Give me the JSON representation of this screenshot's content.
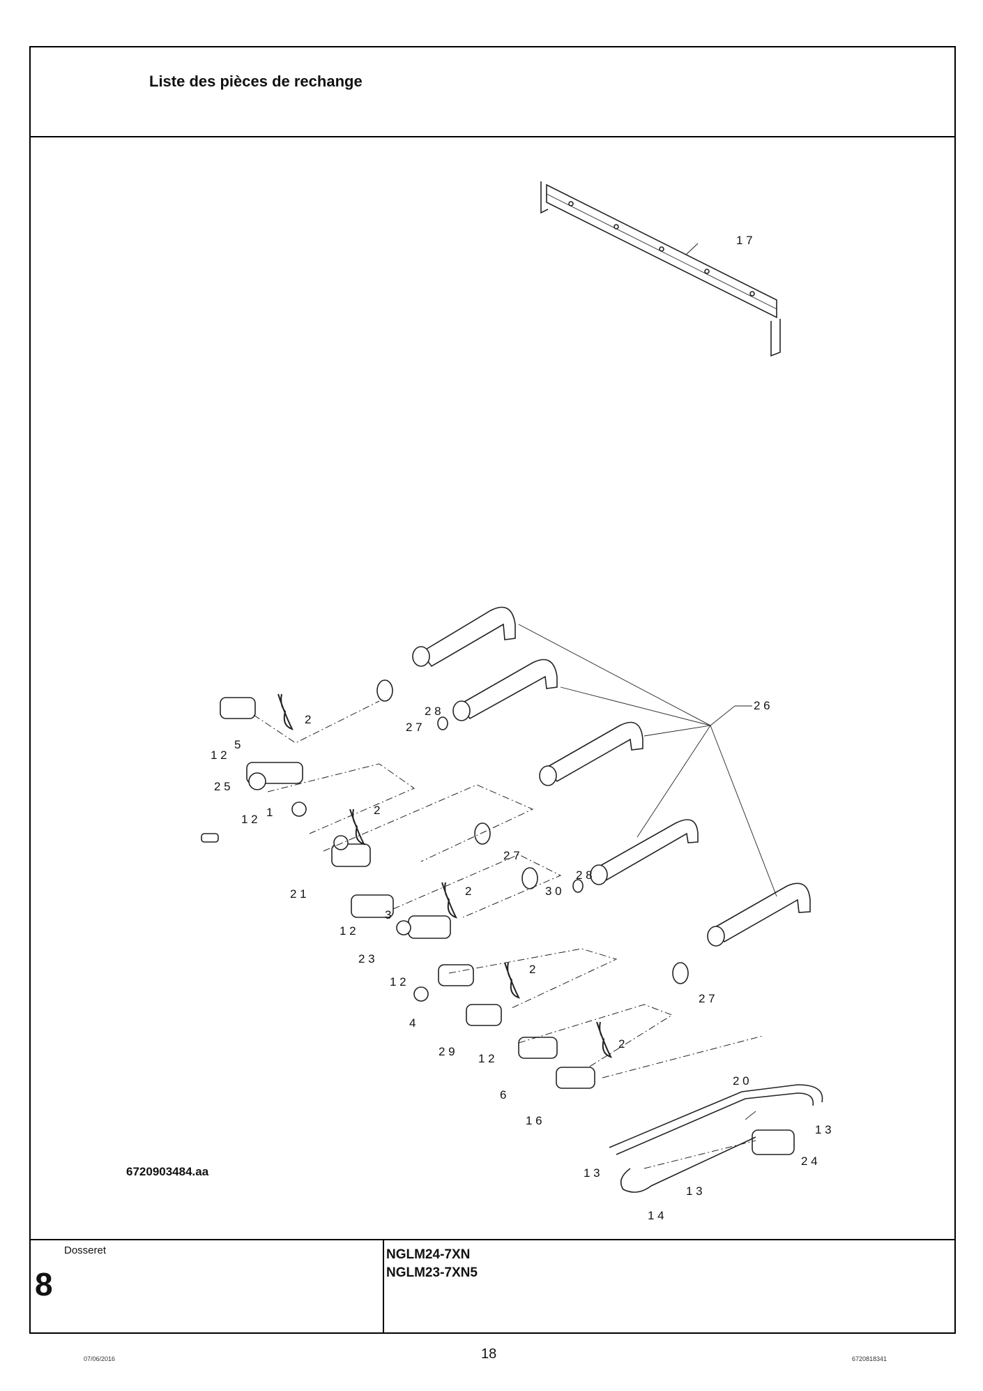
{
  "header": {
    "title": "Liste des pièces de rechange"
  },
  "drawing": {
    "caption": "6720903484.aa",
    "refs": [
      "1 7",
      "2 6",
      "2 8",
      "2 7",
      "2",
      "5",
      "1 2",
      "2 5",
      "1",
      "1 2",
      "2",
      "2 7",
      "2 1",
      "2 8",
      "3 0",
      "2",
      "3",
      "1 2",
      "2 3",
      "1 2",
      "2",
      "4",
      "2 9",
      "2 7",
      "1 2",
      "2",
      "6",
      "1 6",
      "2 0",
      "1 3",
      "2 4",
      "1 3",
      "1 3",
      "1 4"
    ]
  },
  "footer": {
    "section_name": "Dosseret",
    "section_number": "8",
    "model_1": "NGLM24-7XN",
    "model_2": "NGLM23-7XN5"
  },
  "page": {
    "number": "18",
    "date": "07/06/2016",
    "doc_id": "6720818341"
  }
}
